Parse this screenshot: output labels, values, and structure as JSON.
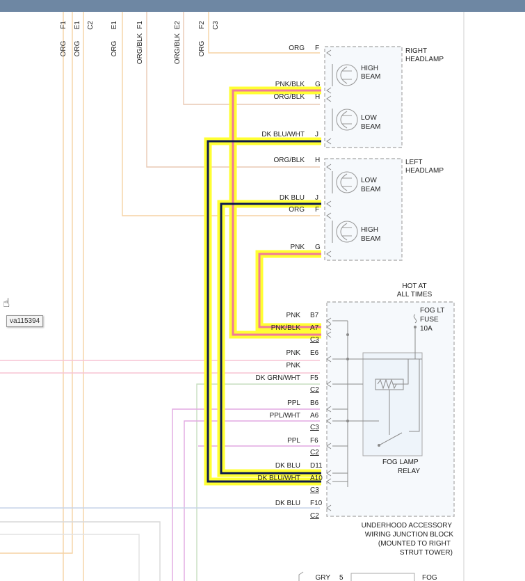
{
  "window": {
    "title_bar_color": "#6e87a3"
  },
  "colors": {
    "highlight": "#ffff33",
    "dk_blu": "#0d1b4d",
    "pnk": "#f07a9a",
    "org": "#f6d2a4",
    "org_blk": "#e9c9b4",
    "pnk_light": "#f7c4d4",
    "ppl": "#e2a8e2",
    "dk_grn_wht": "#c7dec0",
    "dk_blu_light": "#c5d4e8"
  },
  "top_circuits": [
    {
      "code": "F1",
      "color": "ORG"
    },
    {
      "code": "E1",
      "color": "ORG"
    },
    {
      "code": "C2",
      "color": ""
    },
    {
      "code": "E1",
      "color": "ORG"
    },
    {
      "code": "F1",
      "color": "ORG/BLK"
    },
    {
      "code": "E2",
      "color": "ORG/BLK"
    },
    {
      "code": "F2",
      "color": "ORG"
    },
    {
      "code": "C3",
      "color": ""
    }
  ],
  "right_headlamp": {
    "title_line1": "RIGHT",
    "title_line2": "HEADLAMP",
    "pins": [
      {
        "wire": "ORG",
        "pin": "F"
      },
      {
        "wire": "PNK/BLK",
        "pin": "G"
      },
      {
        "wire": "ORG/BLK",
        "pin": "H"
      },
      {
        "wire": "DK BLU/WHT",
        "pin": "J"
      }
    ],
    "bulbs": [
      {
        "line1": "HIGH",
        "line2": "BEAM"
      },
      {
        "line1": "LOW",
        "line2": "BEAM"
      }
    ]
  },
  "left_headlamp": {
    "title_line1": "LEFT",
    "title_line2": "HEADLAMP",
    "pins": [
      {
        "wire": "ORG/BLK",
        "pin": "H"
      },
      {
        "wire": "DK BLU",
        "pin": "J"
      },
      {
        "wire": "ORG",
        "pin": "F"
      },
      {
        "wire": "PNK",
        "pin": "G"
      }
    ],
    "bulbs": [
      {
        "line1": "LOW",
        "line2": "BEAM"
      },
      {
        "line1": "HIGH",
        "line2": "BEAM"
      }
    ]
  },
  "junction_block": {
    "hot_line1": "HOT AT",
    "hot_line2": "ALL TIMES",
    "fuse_line1": "FOG LT",
    "fuse_line2": "FUSE",
    "fuse_line3": "10A",
    "relay_line1": "FOG LAMP",
    "relay_line2": "RELAY",
    "title_line1": "UNDERHOOD ACCESSORY",
    "title_line2": "WIRING JUNCTION BLOCK",
    "title_line3": "(MOUNTED TO RIGHT",
    "title_line4": "STRUT TOWER)",
    "pins": [
      {
        "wire": "PNK",
        "pin": "B7"
      },
      {
        "wire": "PNK/BLK",
        "pin": "A7"
      },
      {
        "wire": "",
        "pin": "C3"
      },
      {
        "wire": "PNK",
        "pin": "E6"
      },
      {
        "wire": "PNK",
        "pin": ""
      },
      {
        "wire": "DK GRN/WHT",
        "pin": "F5"
      },
      {
        "wire": "",
        "pin": "C2"
      },
      {
        "wire": "PPL",
        "pin": "B6"
      },
      {
        "wire": "PPL/WHT",
        "pin": "A6"
      },
      {
        "wire": "",
        "pin": "C3"
      },
      {
        "wire": "PPL",
        "pin": "F6"
      },
      {
        "wire": "",
        "pin": "C2"
      },
      {
        "wire": "DK BLU",
        "pin": "D11"
      },
      {
        "wire": "DK BLU/WHT",
        "pin": "A10"
      },
      {
        "wire": "",
        "pin": "C3"
      },
      {
        "wire": "DK BLU",
        "pin": "F10"
      },
      {
        "wire": "",
        "pin": "C2"
      }
    ]
  },
  "bottom": {
    "wire": "GRY",
    "pin": "5",
    "label": "FOG"
  },
  "tooltip": {
    "text": "va115394"
  }
}
